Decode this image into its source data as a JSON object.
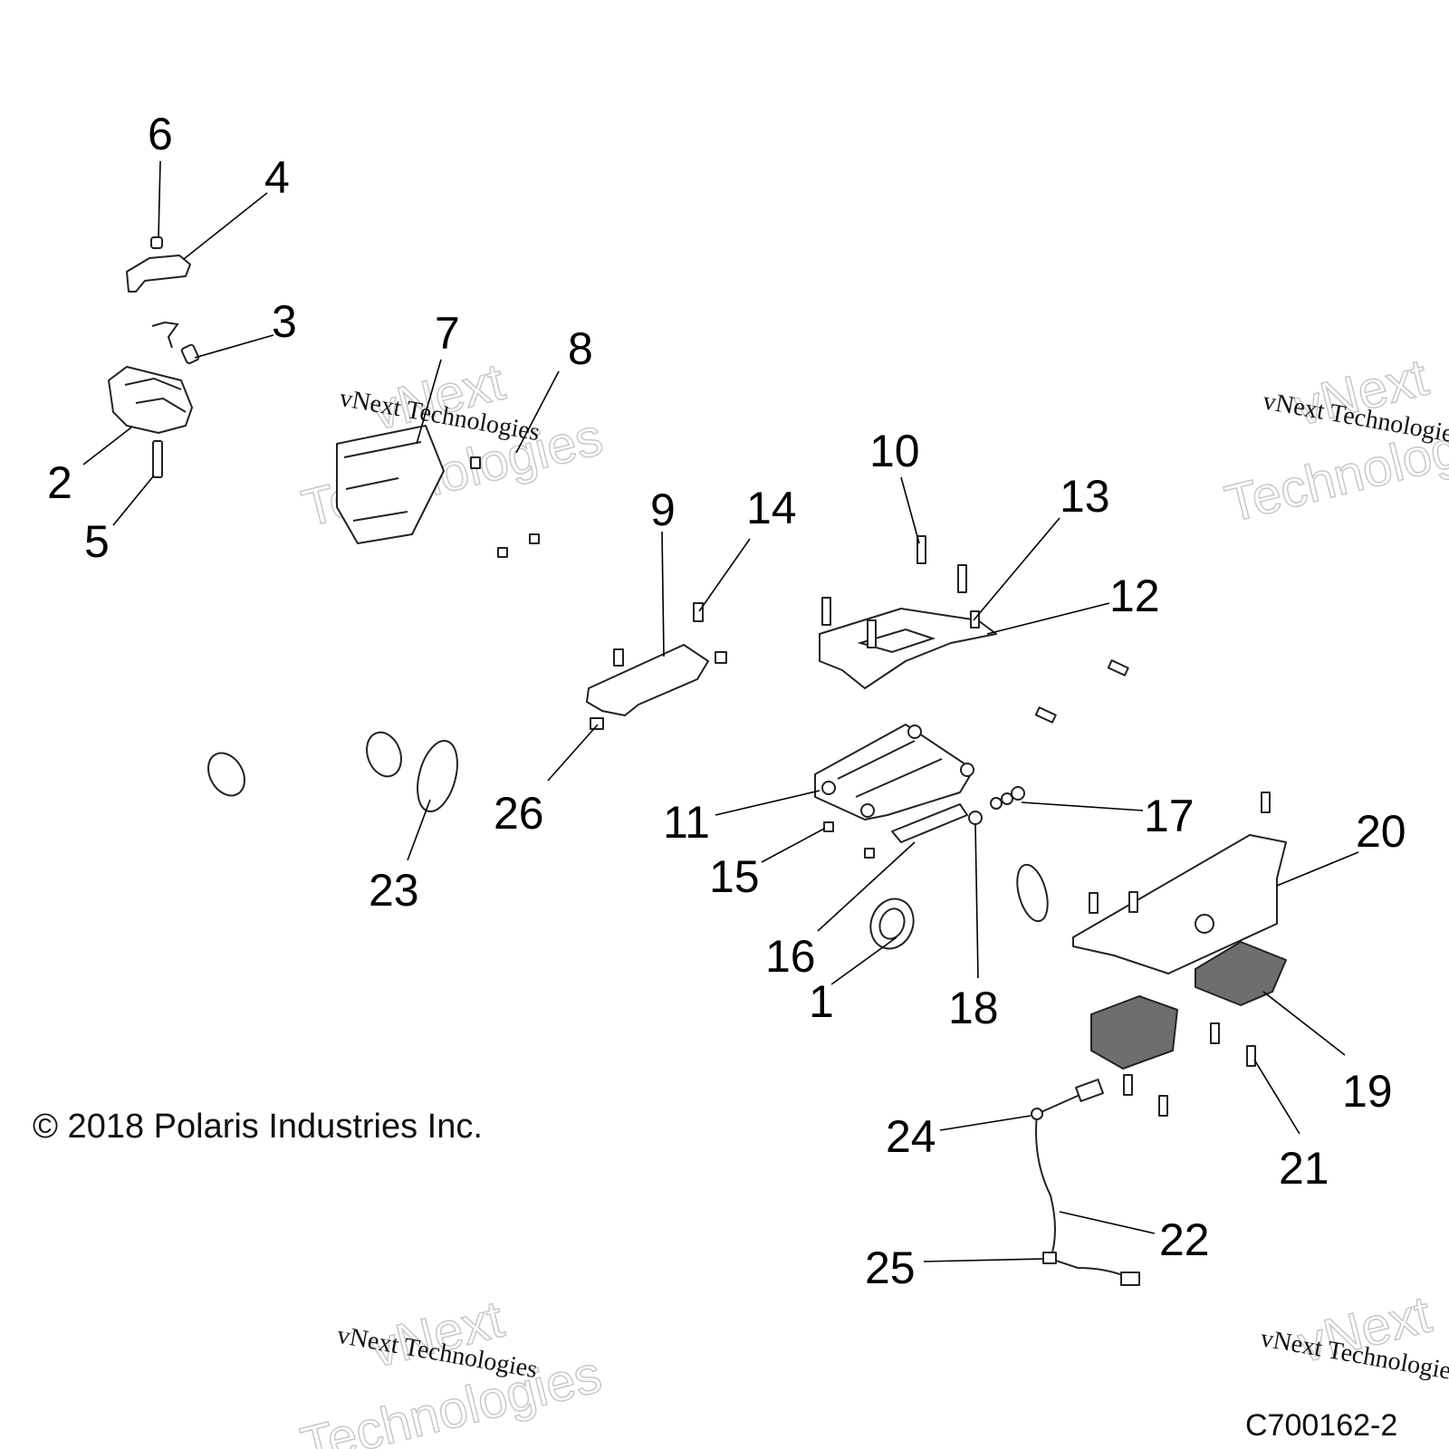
{
  "diagram": {
    "callouts": [
      {
        "label": "1"
      },
      {
        "label": "2"
      },
      {
        "label": "3"
      },
      {
        "label": "4"
      },
      {
        "label": "5"
      },
      {
        "label": "6"
      },
      {
        "label": "7"
      },
      {
        "label": "8"
      },
      {
        "label": "9"
      },
      {
        "label": "10"
      },
      {
        "label": "11"
      },
      {
        "label": "12"
      },
      {
        "label": "13"
      },
      {
        "label": "14"
      },
      {
        "label": "15"
      },
      {
        "label": "16"
      },
      {
        "label": "17"
      },
      {
        "label": "18"
      },
      {
        "label": "19"
      },
      {
        "label": "20"
      },
      {
        "label": "21"
      },
      {
        "label": "22"
      },
      {
        "label": "23"
      },
      {
        "label": "24"
      },
      {
        "label": "25"
      },
      {
        "label": "26"
      }
    ],
    "copyright": "© 2018 Polaris Industries Inc.",
    "figure_id": "C700162-2"
  },
  "watermark": {
    "line1": "vNext",
    "line2": "Technologies",
    "small": "vNext Technologies"
  }
}
